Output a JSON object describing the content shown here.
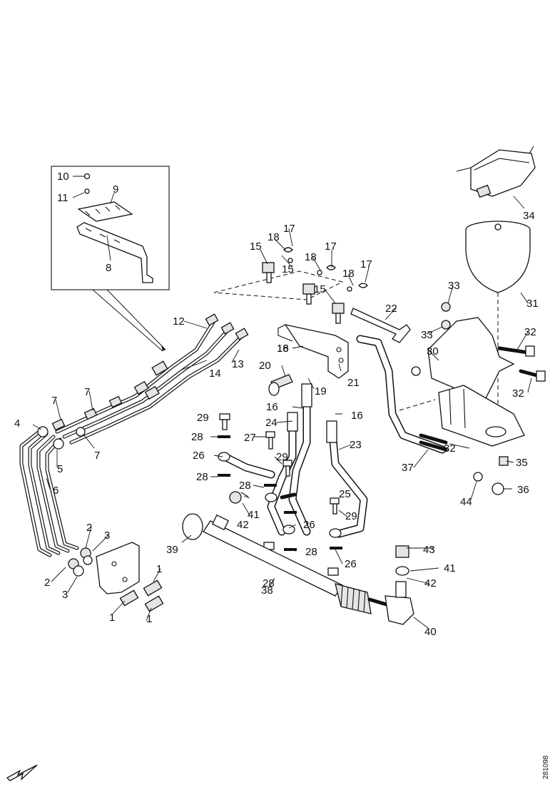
{
  "figure": {
    "document_id": "281098",
    "callouts": [
      "1",
      "1",
      "1",
      "2",
      "2",
      "3",
      "3",
      "4",
      "5",
      "6",
      "7",
      "7",
      "7",
      "8",
      "9",
      "10",
      "11",
      "12",
      "13",
      "14",
      "15",
      "15",
      "15",
      "16",
      "16",
      "16",
      "17",
      "17",
      "17",
      "18",
      "18",
      "18",
      "18",
      "19",
      "20",
      "21",
      "22",
      "23",
      "24",
      "25",
      "26",
      "26",
      "26",
      "27",
      "28",
      "28",
      "28",
      "28",
      "28",
      "29",
      "29",
      "29",
      "30",
      "31",
      "32",
      "32",
      "32",
      "33",
      "33",
      "34",
      "35",
      "36",
      "37",
      "38",
      "39",
      "40",
      "41",
      "41",
      "42",
      "42",
      "43",
      "44"
    ]
  }
}
